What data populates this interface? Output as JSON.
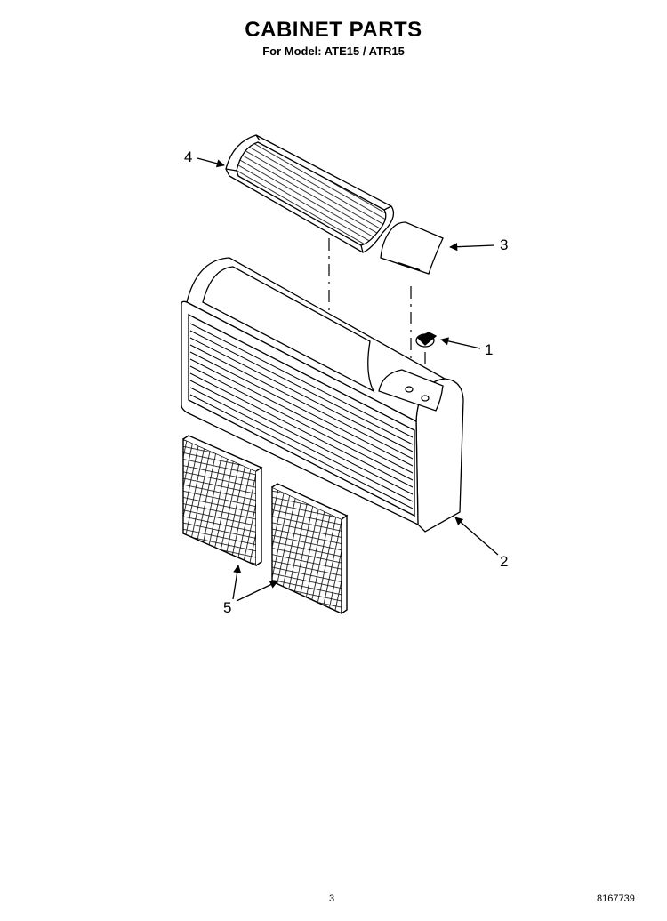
{
  "header": {
    "title": "CABINET PARTS",
    "subtitle": "For Model: ATE15 / ATR15"
  },
  "callouts": {
    "c1": "1",
    "c2": "2",
    "c3": "3",
    "c4": "4",
    "c5": "5"
  },
  "footer": {
    "page_number": "3",
    "document_number": "8167739"
  }
}
